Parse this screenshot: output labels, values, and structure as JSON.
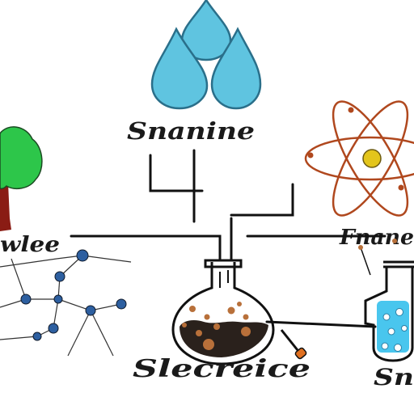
{
  "labels": {
    "top": "Snanine",
    "left": "wlee",
    "right": "Fnane",
    "bottom": "Slecreice",
    "bottom_right": "Sn"
  },
  "colors": {
    "water": "#5fc4e0",
    "water_outline": "#2a6f8a",
    "tree_foliage": "#2dc64a",
    "tree_trunk": "#8a1c14",
    "atom_orbit": "#b0481e",
    "atom_nucleus": "#e3c51b",
    "molecule_node": "#2d5fa0",
    "liquid_dark": "#2a211c",
    "particle": "#b8703a",
    "tube_liquid": "#49c6ee",
    "line": "#111111"
  }
}
